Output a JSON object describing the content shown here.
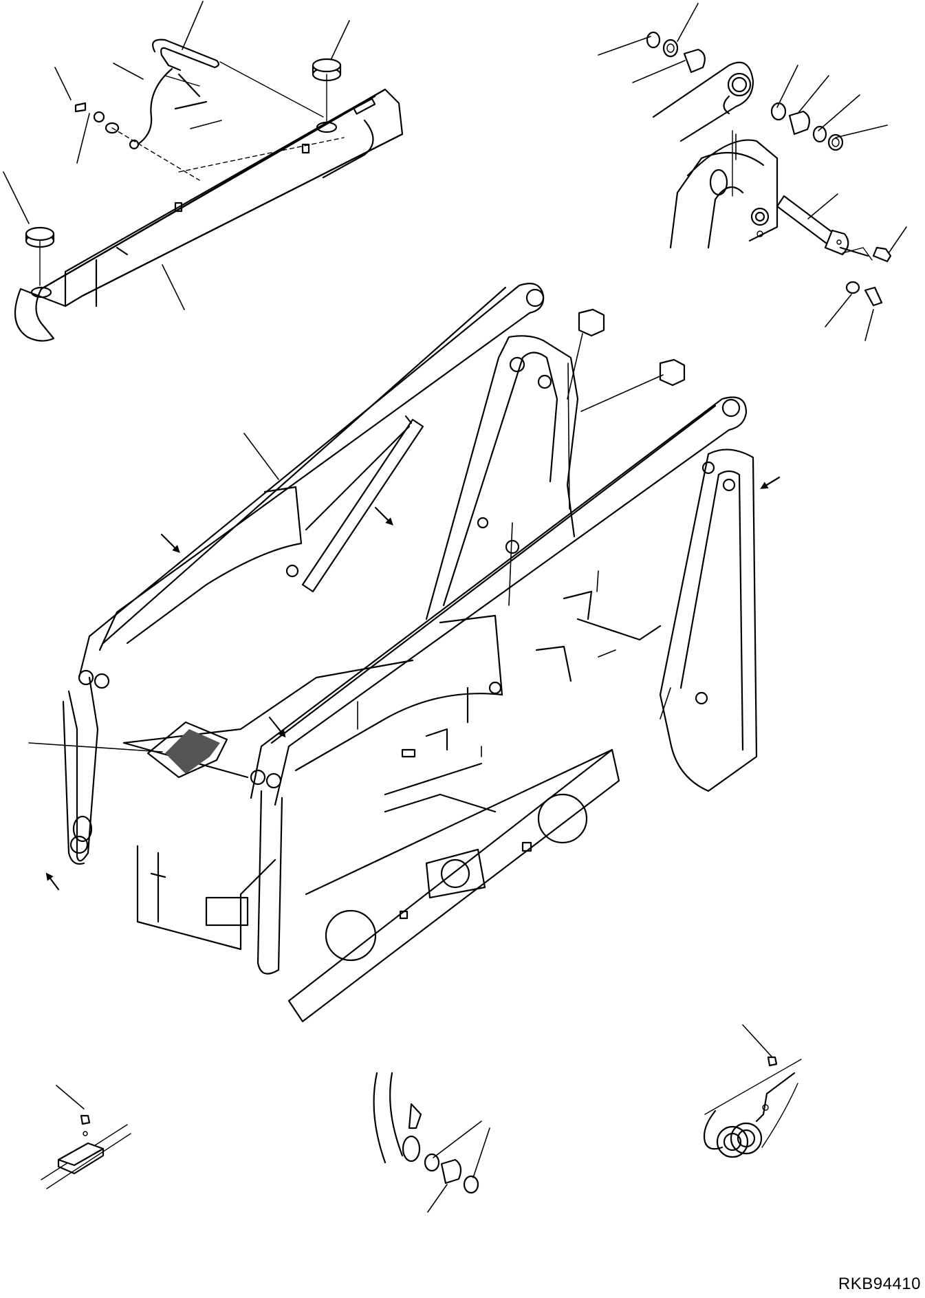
{
  "drawing": {
    "code": "RKB94410",
    "line_color": "#000000",
    "background": "#ffffff",
    "callout_leaders": 36,
    "direction_arrows": 5
  }
}
